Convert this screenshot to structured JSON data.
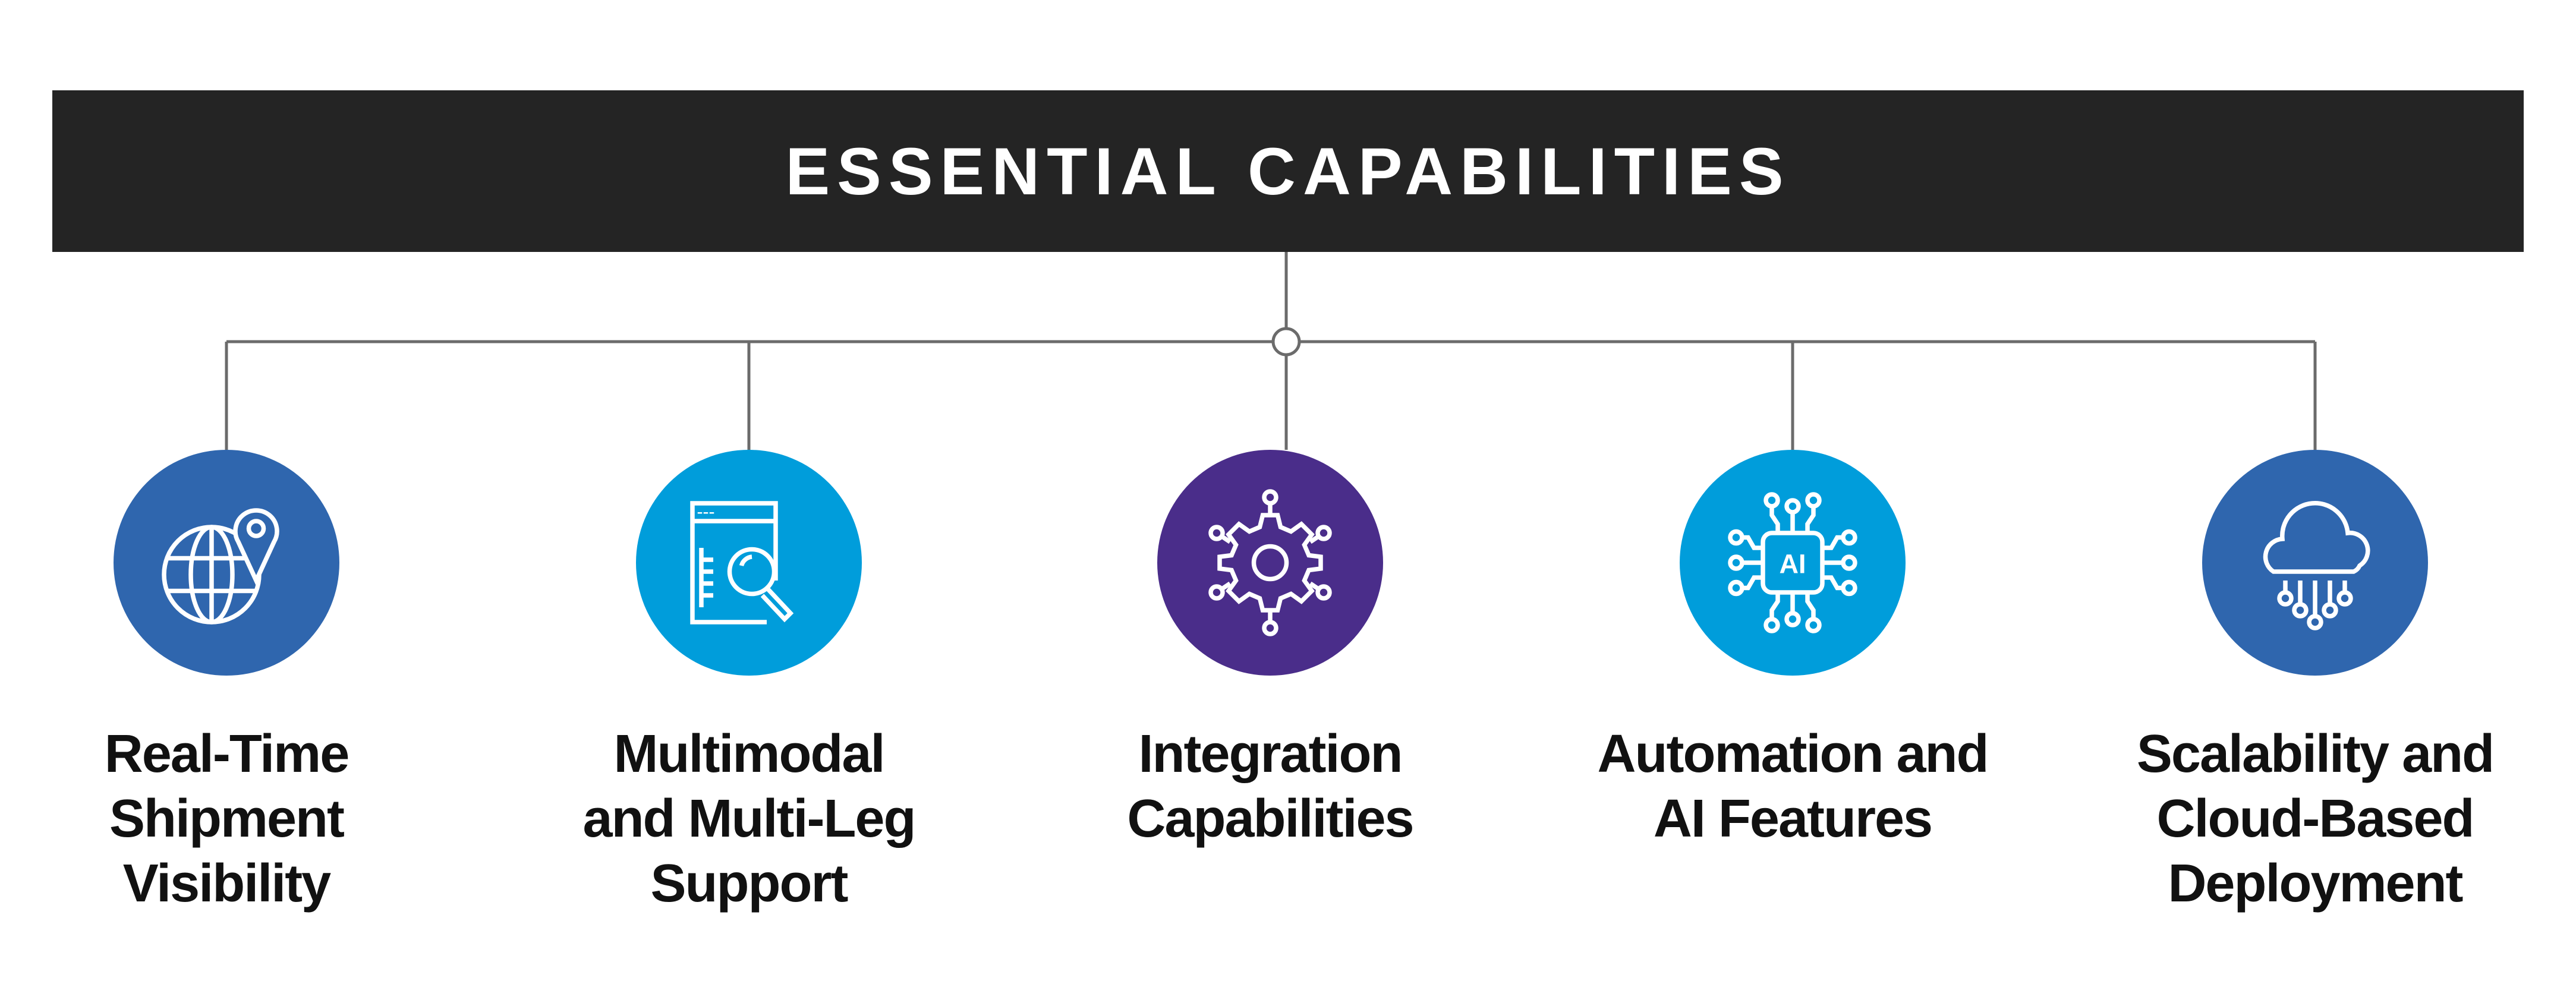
{
  "header": {
    "title": "ESSENTIAL CAPABILITIES"
  },
  "items": [
    {
      "lines": [
        "Real-Time",
        "Shipment",
        "Visibility"
      ],
      "icon": "globe-location-icon",
      "color": "#2f66ae"
    },
    {
      "lines": [
        "Multimodal",
        "and Multi-Leg",
        "Support"
      ],
      "icon": "document-search-icon",
      "color": "#009ddb"
    },
    {
      "lines": [
        "Integration",
        "Capabilities"
      ],
      "icon": "gear-network-icon",
      "color": "#4a2d8a"
    },
    {
      "lines": [
        "Automation and",
        "AI Features"
      ],
      "icon": "ai-chip-icon",
      "color": "#009ddb",
      "icon_text": "AI"
    },
    {
      "lines": [
        "Scalability and",
        "Cloud-Based",
        "Deployment"
      ],
      "icon": "cloud-network-icon",
      "color": "#2f66ae"
    }
  ]
}
